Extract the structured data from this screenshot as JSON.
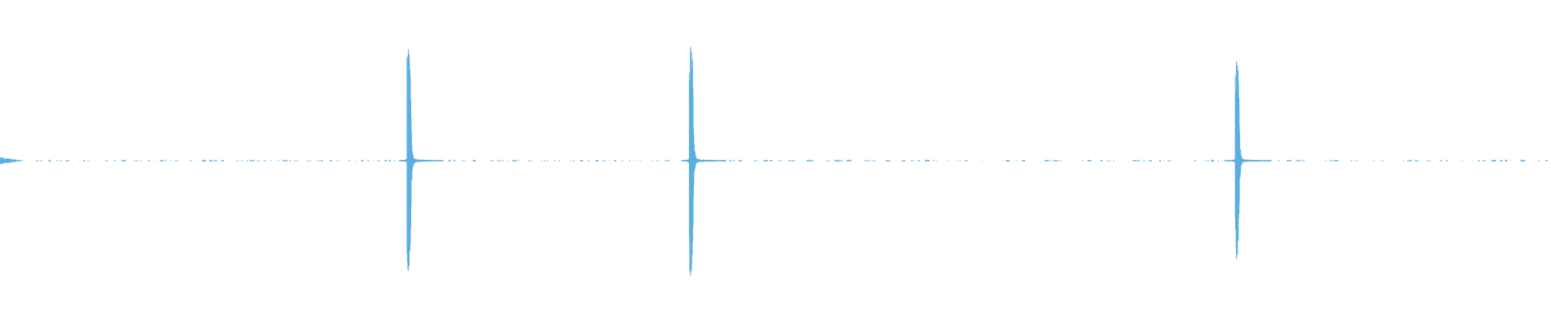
{
  "waveform": {
    "color": "#5aaee0",
    "background": "#ffffff",
    "style": "audio-waveform",
    "peak_amplitude": 1.0,
    "noise_floor": 0.012,
    "transients": [
      {
        "time_fraction": 0.2635,
        "amplitude_up": 0.93,
        "amplitude_down": 0.92
      },
      {
        "time_fraction": 0.4455,
        "amplitude_up": 0.95,
        "amplitude_down": 0.96
      },
      {
        "time_fraction": 0.7975,
        "amplitude_up": 0.83,
        "amplitude_down": 0.82
      }
    ],
    "onset_blip": {
      "time_fraction": 0.0,
      "amplitude": 0.03
    }
  }
}
